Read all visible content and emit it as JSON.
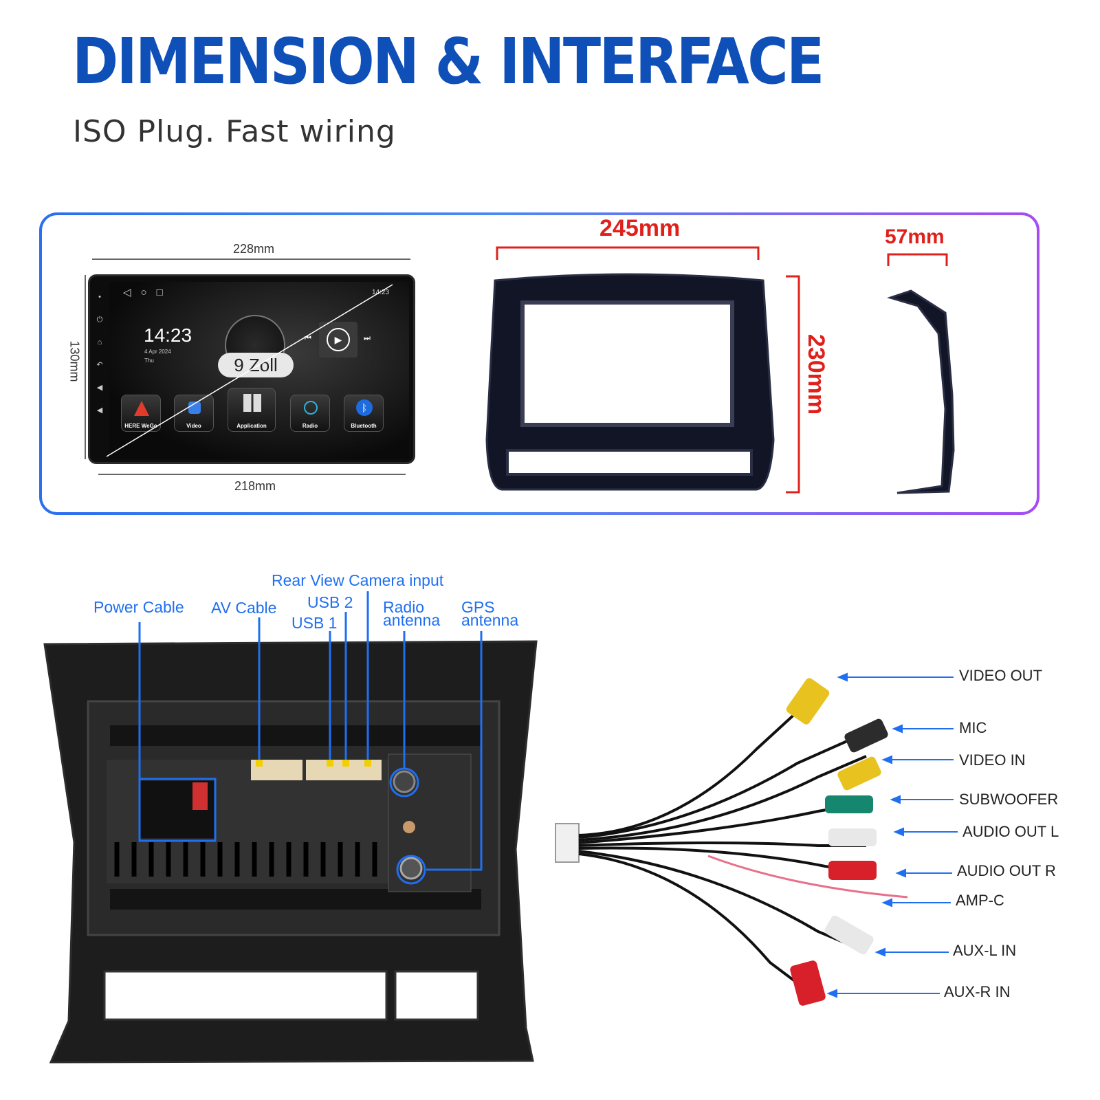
{
  "header": {
    "title": "DIMENSION & INTERFACE",
    "subtitle": "ISO Plug. Fast wiring"
  },
  "dimensions": {
    "screen_width_top": "228mm",
    "screen_width_bottom": "218mm",
    "screen_height": "130mm",
    "frame_width": "245mm",
    "frame_height": "230mm",
    "frame_depth": "57mm"
  },
  "screen": {
    "clock": "14:23",
    "date": "4 Apr 2024",
    "day": "Thu",
    "status_time": "14:23",
    "size_badge": "9 Zoll",
    "apps": [
      "HERE WeGo",
      "Video",
      "Application",
      "Radio",
      "Bluetooth"
    ]
  },
  "interfaces": {
    "power_cable": "Power Cable",
    "av_cable": "AV Cable",
    "usb2": "USB 2",
    "usb1": "USB 1",
    "rear_camera": "Rear View Camera input",
    "radio_antenna": [
      "Radio",
      "antenna"
    ],
    "gps_antenna": [
      "GPS",
      "antenna"
    ]
  },
  "cable_outputs": [
    "VIDEO OUT",
    "MIC",
    "VIDEO IN",
    "SUBWOOFER",
    "AUDIO OUT L",
    "AUDIO OUT R",
    "AMP-C",
    "AUX-L IN",
    "AUX-R IN"
  ],
  "colors": {
    "title_blue": "#0f4fb8",
    "accent_blue": "#1f6ff0",
    "dimension_red": "#e0201b"
  }
}
